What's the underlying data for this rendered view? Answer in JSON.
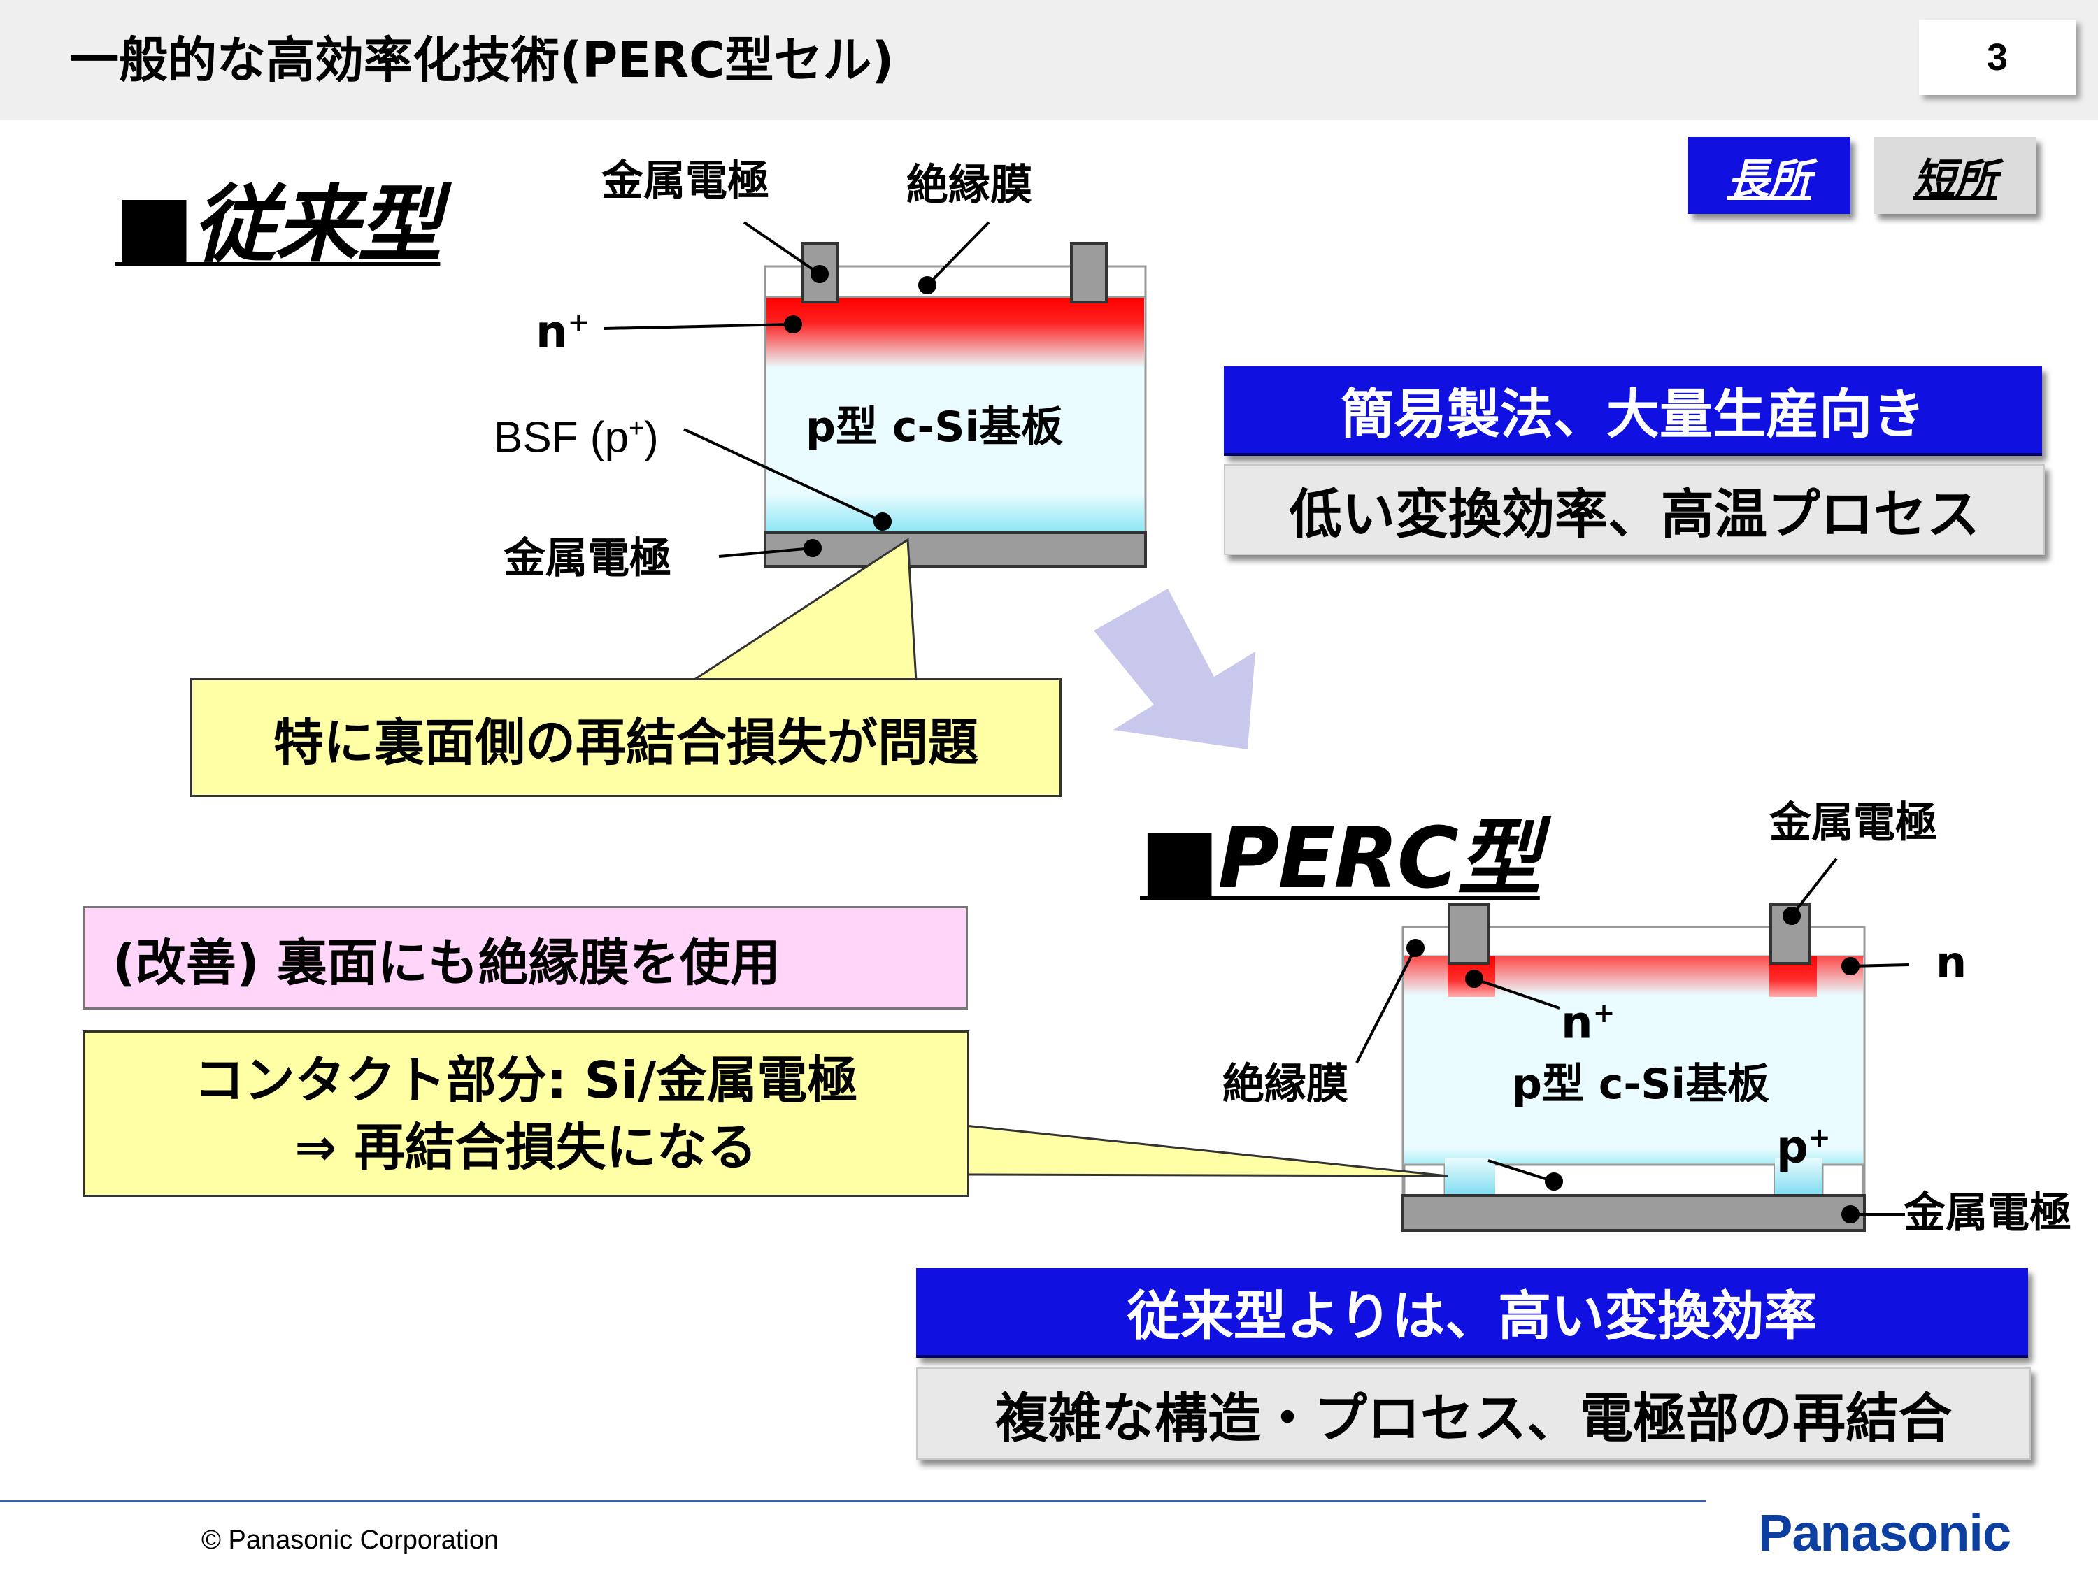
{
  "header": {
    "title": "一般的な高効率化技術(PERC型セル)",
    "page_number": "3"
  },
  "tags": {
    "pros": "長所",
    "cons": "短所"
  },
  "conventional": {
    "heading": "■従来型",
    "label_top_electrode": "金属電極",
    "label_insulating_film": "絶縁膜",
    "label_n_plus": "n",
    "label_n_plus_sup": "+",
    "label_bsf": "BSF (p",
    "label_bsf_sup": "+",
    "label_bsf_close": ")",
    "label_substrate": "p型 c-Si基板",
    "label_bottom_electrode": "金属電極",
    "callout": "特に裏面側の再結合損失が問題",
    "pro_text": "簡易製法、大量生産向き",
    "con_text": "低い変換効率、高温プロセス"
  },
  "perc": {
    "heading": "■PERC型",
    "label_top_electrode": "金属電極",
    "label_n": "n",
    "label_n_plus": "n",
    "label_n_plus_sup": "+",
    "label_insulating_film": "絶縁膜",
    "label_substrate": "p型 c-Si基板",
    "label_p_plus": "p",
    "label_p_plus_sup": "+",
    "label_bottom_electrode": "金属電極",
    "improvement": "(改善) 裏面にも絶縁膜を使用",
    "contact_line1": "コンタクト部分: Si/金属電極",
    "contact_line2": "⇒ 再結合損失になる",
    "pro_text": "従来型よりは、高い変換効率",
    "con_text": "複雑な構造・プロセス、電極部の再結合"
  },
  "footer": {
    "copyright": "© Panasonic Corporation",
    "logo": "Panasonic"
  }
}
